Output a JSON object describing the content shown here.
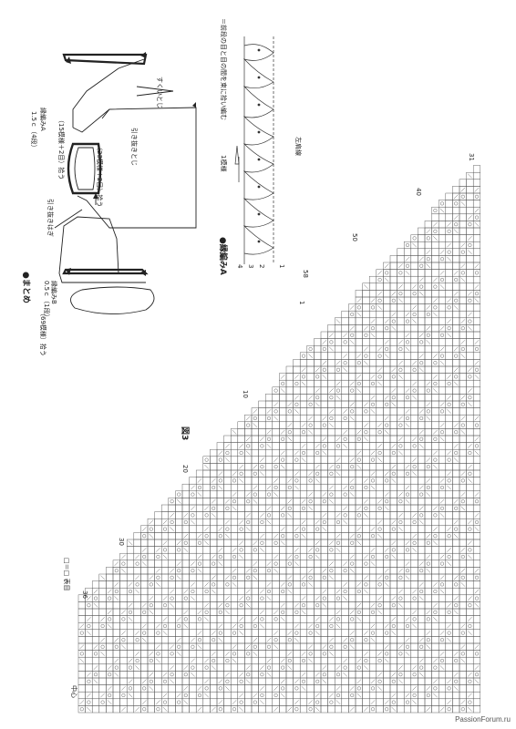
{
  "summary": {
    "heading": "●まとめ",
    "edging_b": "縁編みB",
    "edging_b_count": "0.5ｃ（1段）",
    "edging_a": "縁編みA",
    "edging_a_count": "1.5ｃ（4段）",
    "pick_69": "（69模様）拾う",
    "pick_15": "（15模様＋2目）拾う",
    "pick_23": "（23模様＋2目）拾う",
    "slip_join": "引き抜きはぎ",
    "slip_stitch": "引き抜きとじ",
    "sukui_toji": "すくいとじ"
  },
  "edging_diagram": {
    "heading": "●縁編みA",
    "note": "＝前段の目と目の間を束に拾い編む",
    "one_pattern": "1模様",
    "left_shoulder": "左肩線",
    "row_numbers": [
      "1",
      "2",
      "3",
      "4"
    ]
  },
  "chart": {
    "figure_label": "図3",
    "legend": "□＝□ 表目",
    "center": "中心",
    "col_numbers": [
      "36",
      "30",
      "20",
      "10",
      "1"
    ],
    "row_numbers": [
      "58",
      "50",
      "40",
      "31"
    ]
  },
  "watermark": "PassionForum.ru"
}
